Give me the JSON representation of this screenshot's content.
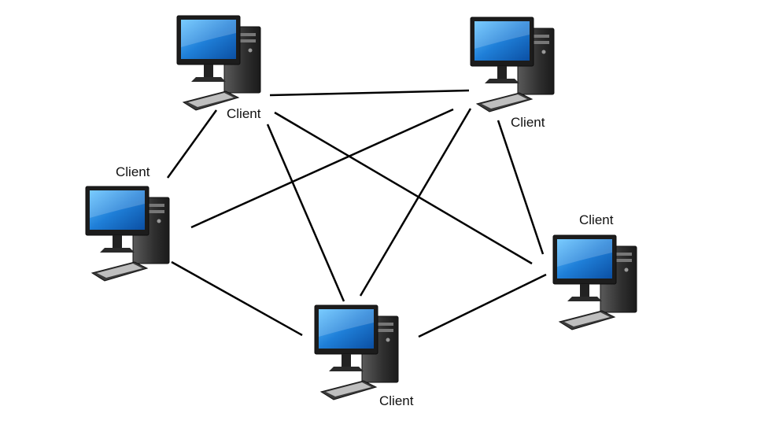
{
  "diagram": {
    "nodes": [
      {
        "id": "top-left",
        "label": "Client",
        "icon": "desktop-computer-icon"
      },
      {
        "id": "top-right",
        "label": "Client",
        "icon": "desktop-computer-icon"
      },
      {
        "id": "left",
        "label": "Client",
        "icon": "desktop-computer-icon"
      },
      {
        "id": "right",
        "label": "Client",
        "icon": "desktop-computer-icon"
      },
      {
        "id": "bottom",
        "label": "Client",
        "icon": "desktop-computer-icon"
      }
    ],
    "edges": [
      [
        "top-left",
        "top-right"
      ],
      [
        "top-left",
        "left"
      ],
      [
        "top-left",
        "bottom"
      ],
      [
        "top-left",
        "right"
      ],
      [
        "top-right",
        "left"
      ],
      [
        "top-right",
        "bottom"
      ],
      [
        "top-right",
        "right"
      ],
      [
        "left",
        "bottom"
      ],
      [
        "bottom",
        "right"
      ]
    ],
    "colors": {
      "link": "#000000",
      "screen": "#1f7fd8",
      "case": "#3a3a3a",
      "bezel": "#1c1c1c"
    }
  }
}
